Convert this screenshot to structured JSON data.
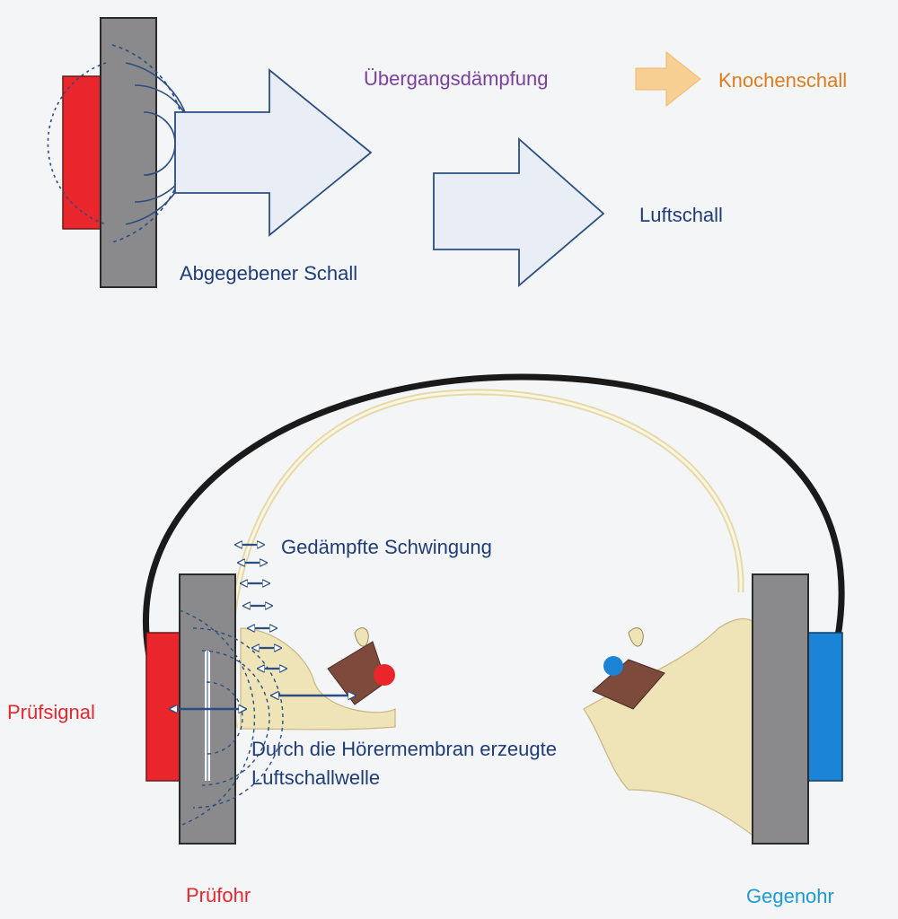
{
  "labels": {
    "uebergangsdaempfung": "Übergangsdämpfung",
    "knochenschall": "Knochenschall",
    "luftschall": "Luftschall",
    "abgegebener_schall": "Abgegebener Schall",
    "gedaempfte_schwingung": "Gedämpfte Schwingung",
    "pruefsignal": "Prüfsignal",
    "membran_line1": "Durch die Hörermembran erzeugte",
    "membran_line2": "Luftschallwelle",
    "pruefohr": "Prüfohr",
    "gegenohr": "Gegenohr"
  },
  "colors": {
    "pruefsignal": "#e8262b",
    "gegenohr_signal": "#1c84d6",
    "housing": "#8a8a8c",
    "headband": "#1a1a1a",
    "text_blue": "#1f3c78",
    "violet": "#7b3fa0",
    "orange": "#e07c1e",
    "bone": "#efe3b8",
    "arrow_outline": "#2a4d82",
    "arrow_fill": "#e9eef6"
  },
  "icons": [
    "speaker-housing",
    "sound-wave",
    "headband",
    "ear-anatomy",
    "double-arrow"
  ]
}
